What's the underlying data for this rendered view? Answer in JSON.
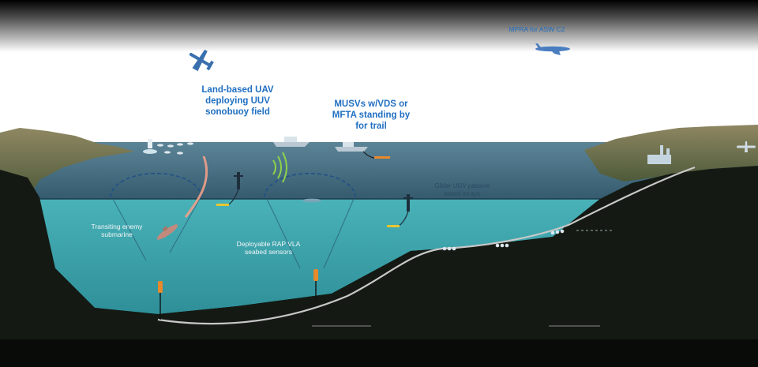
{
  "labels": {
    "mpra": "MPRA for ASW C2",
    "uav": "Land-based UAV\ndeploying UUV\nsonobuoy field",
    "musv": "MUSVs w/VDS or\nMFTA standing by\nfor trail",
    "glider": "Glider UUV passive\ntowed arrays",
    "submarine": "Transiting enemy\nsubmarine",
    "rap": "Deployable RAP VLA\nseabed sensors"
  },
  "colors": {
    "sky_top": "#000000",
    "sky_bottom": "#ffffff",
    "sea_surface": "#3f6a80",
    "sea_deep": "#3aa5ad",
    "seabed": "#141a13",
    "cable": "#c8c8c8",
    "label_blue": "#1f6fc2",
    "buoy_orange": "#e8892b"
  },
  "icons": [
    "uav-icon",
    "mpra-aircraft-icon",
    "musv-icon",
    "glider-uuv-icon",
    "submarine-icon",
    "seabed-sensor-icon",
    "shore-station-icon",
    "sonobuoy-icon"
  ]
}
